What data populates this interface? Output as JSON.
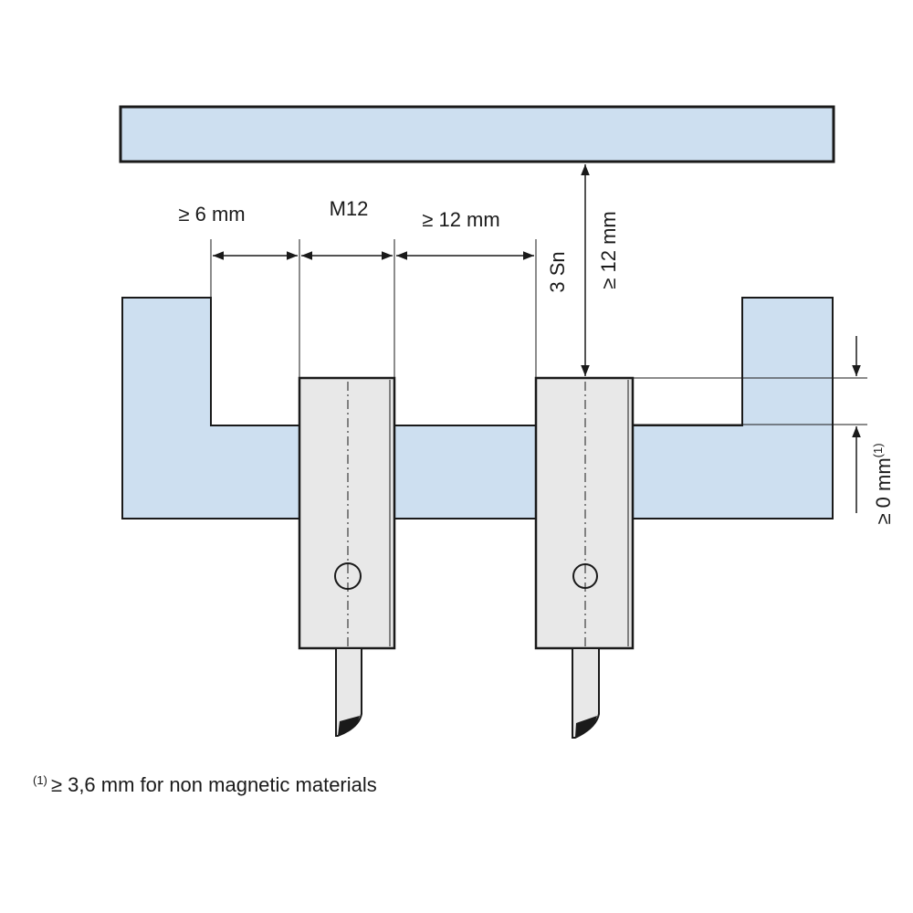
{
  "diagram": {
    "labels": {
      "gap_left": "≥ 6 mm",
      "sensor_size": "M12",
      "gap_between": "≥ 12 mm",
      "sensing_distance": "3 Sn",
      "gap_to_target": "≥ 12 mm",
      "flush_offset": "≥ 0 mm",
      "flush_offset_note_mark": "(1)"
    },
    "footnote": {
      "mark": "(1)",
      "text": "≥ 3,6 mm for non magnetic materials"
    },
    "colors": {
      "material_fill": "#cddff0",
      "sensor_fill": "#e8e8e8",
      "stroke": "#1a1a1a"
    }
  }
}
